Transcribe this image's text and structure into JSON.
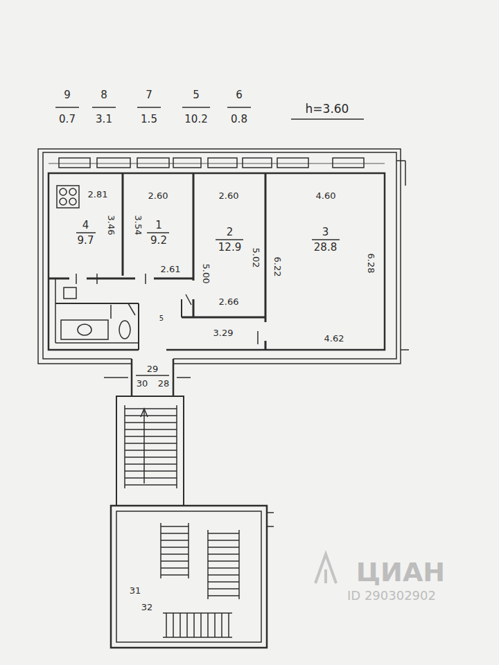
{
  "diagram": {
    "nodes": [
      {
        "text": [
          "4",
          "9.7"
        ]
      },
      {
        "text": [
          "1",
          "9.2"
        ]
      },
      {
        "text": [
          "2",
          "12.9"
        ]
      },
      {
        "text": [
          "3",
          "28.8"
        ]
      }
    ],
    "labels": [
      "9",
      "0.7",
      "8",
      "3.1",
      "7",
      "1.5",
      "5",
      "10.2",
      "6",
      "0.8",
      "h=3.60",
      "2.81",
      "3.46",
      "2.60",
      "3.54",
      "2.61",
      "2.60",
      "5.00",
      "5.02",
      "2.66",
      "4.60",
      "6.22",
      "6.28",
      "4.62",
      "3.29",
      "5",
      "29",
      "30",
      "28",
      "31",
      "32",
      "ЦИАН",
      "ID 290302902"
    ]
  }
}
